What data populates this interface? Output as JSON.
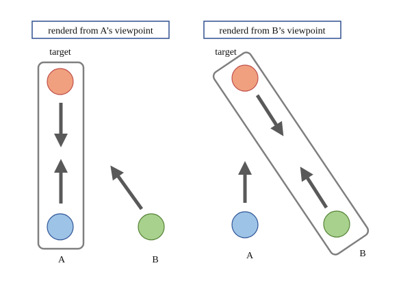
{
  "panels": {
    "left": {
      "header": "renderd from A’s viewpoint",
      "target_label": "target",
      "label_a": "A",
      "label_b": "B"
    },
    "right": {
      "header": "renderd from B’s viewpoint",
      "target_label": "target",
      "label_a": "A",
      "label_b": "B"
    }
  },
  "colors": {
    "header_border": "#2f4f8f",
    "target_fill": "#f0a07e",
    "target_stroke": "#c0504d",
    "viewer_a_fill": "#9dc3e6",
    "viewer_a_stroke": "#2f5597",
    "viewer_b_fill": "#a9d18e",
    "viewer_b_stroke": "#548235",
    "arrow": "#595959",
    "frame": "#7f7f7f"
  }
}
